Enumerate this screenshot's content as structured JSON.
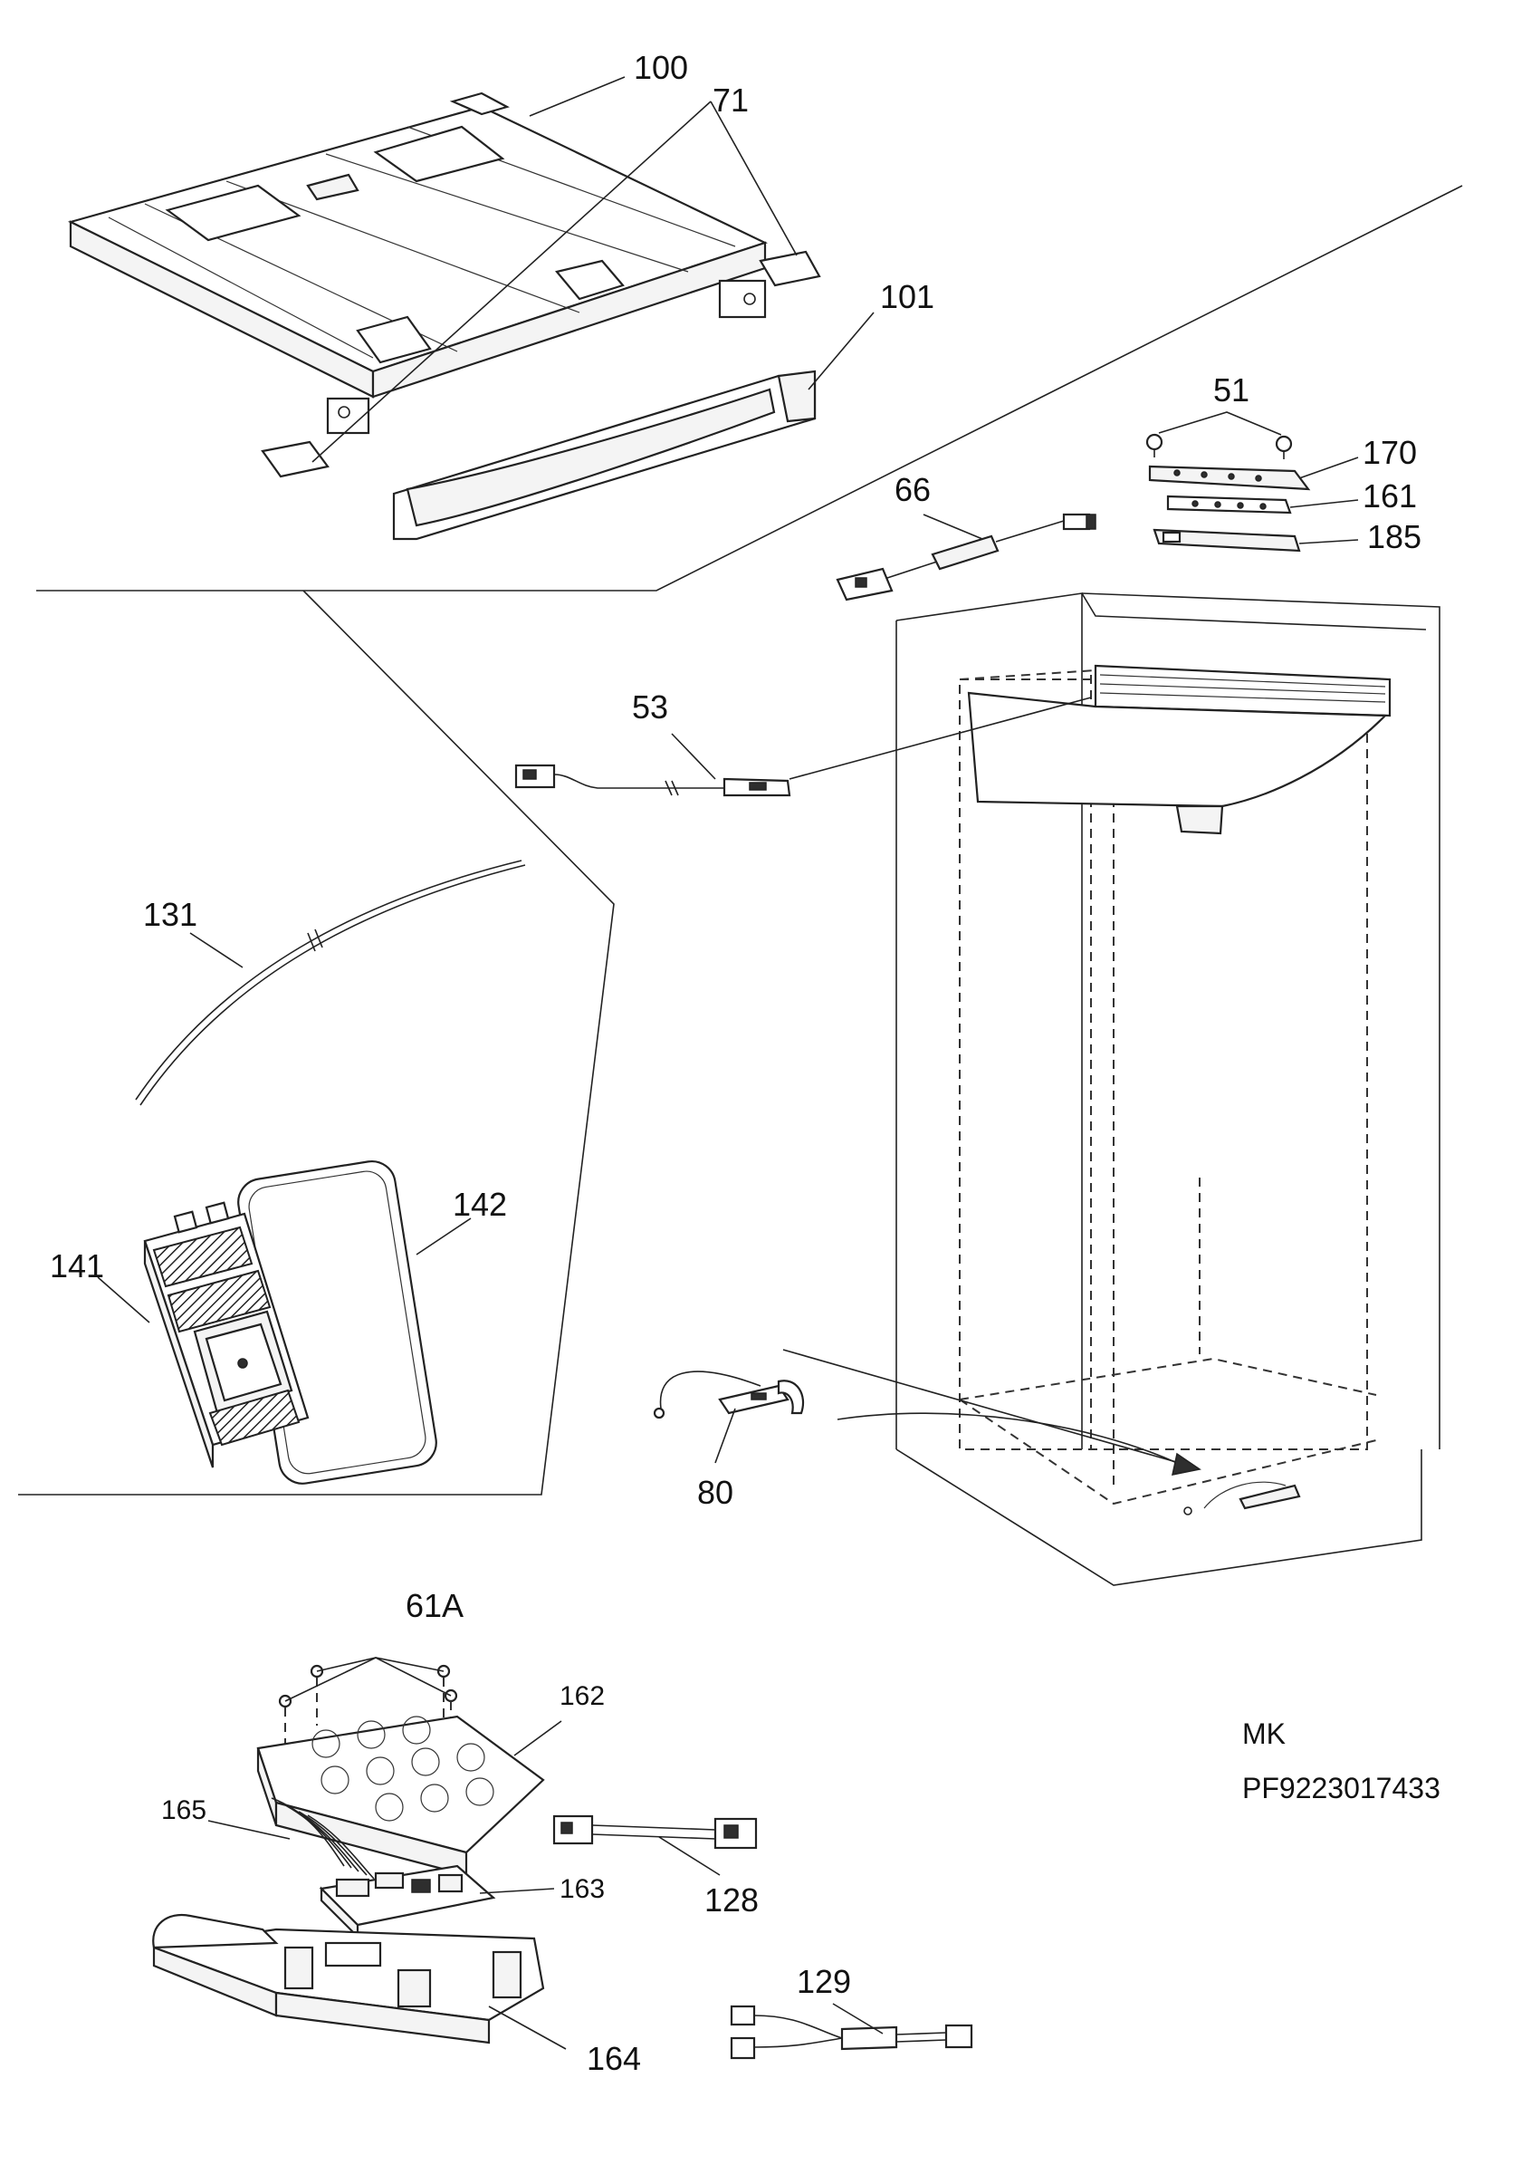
{
  "callouts": [
    {
      "id": "100",
      "text": "100"
    },
    {
      "id": "71",
      "text": "71"
    },
    {
      "id": "101",
      "text": "101"
    },
    {
      "id": "51",
      "text": "51"
    },
    {
      "id": "170",
      "text": "170"
    },
    {
      "id": "161",
      "text": "161"
    },
    {
      "id": "185",
      "text": "185"
    },
    {
      "id": "66",
      "text": "66"
    },
    {
      "id": "53",
      "text": "53"
    },
    {
      "id": "131",
      "text": "131"
    },
    {
      "id": "142",
      "text": "142"
    },
    {
      "id": "141",
      "text": "141"
    },
    {
      "id": "80",
      "text": "80"
    },
    {
      "id": "61A",
      "text": "61A"
    },
    {
      "id": "162",
      "text": "162"
    },
    {
      "id": "165",
      "text": "165"
    },
    {
      "id": "163",
      "text": "163"
    },
    {
      "id": "128",
      "text": "128"
    },
    {
      "id": "129",
      "text": "129"
    },
    {
      "id": "164",
      "text": "164"
    }
  ],
  "meta": {
    "code": "MK",
    "part_number": "PF9223017433"
  }
}
